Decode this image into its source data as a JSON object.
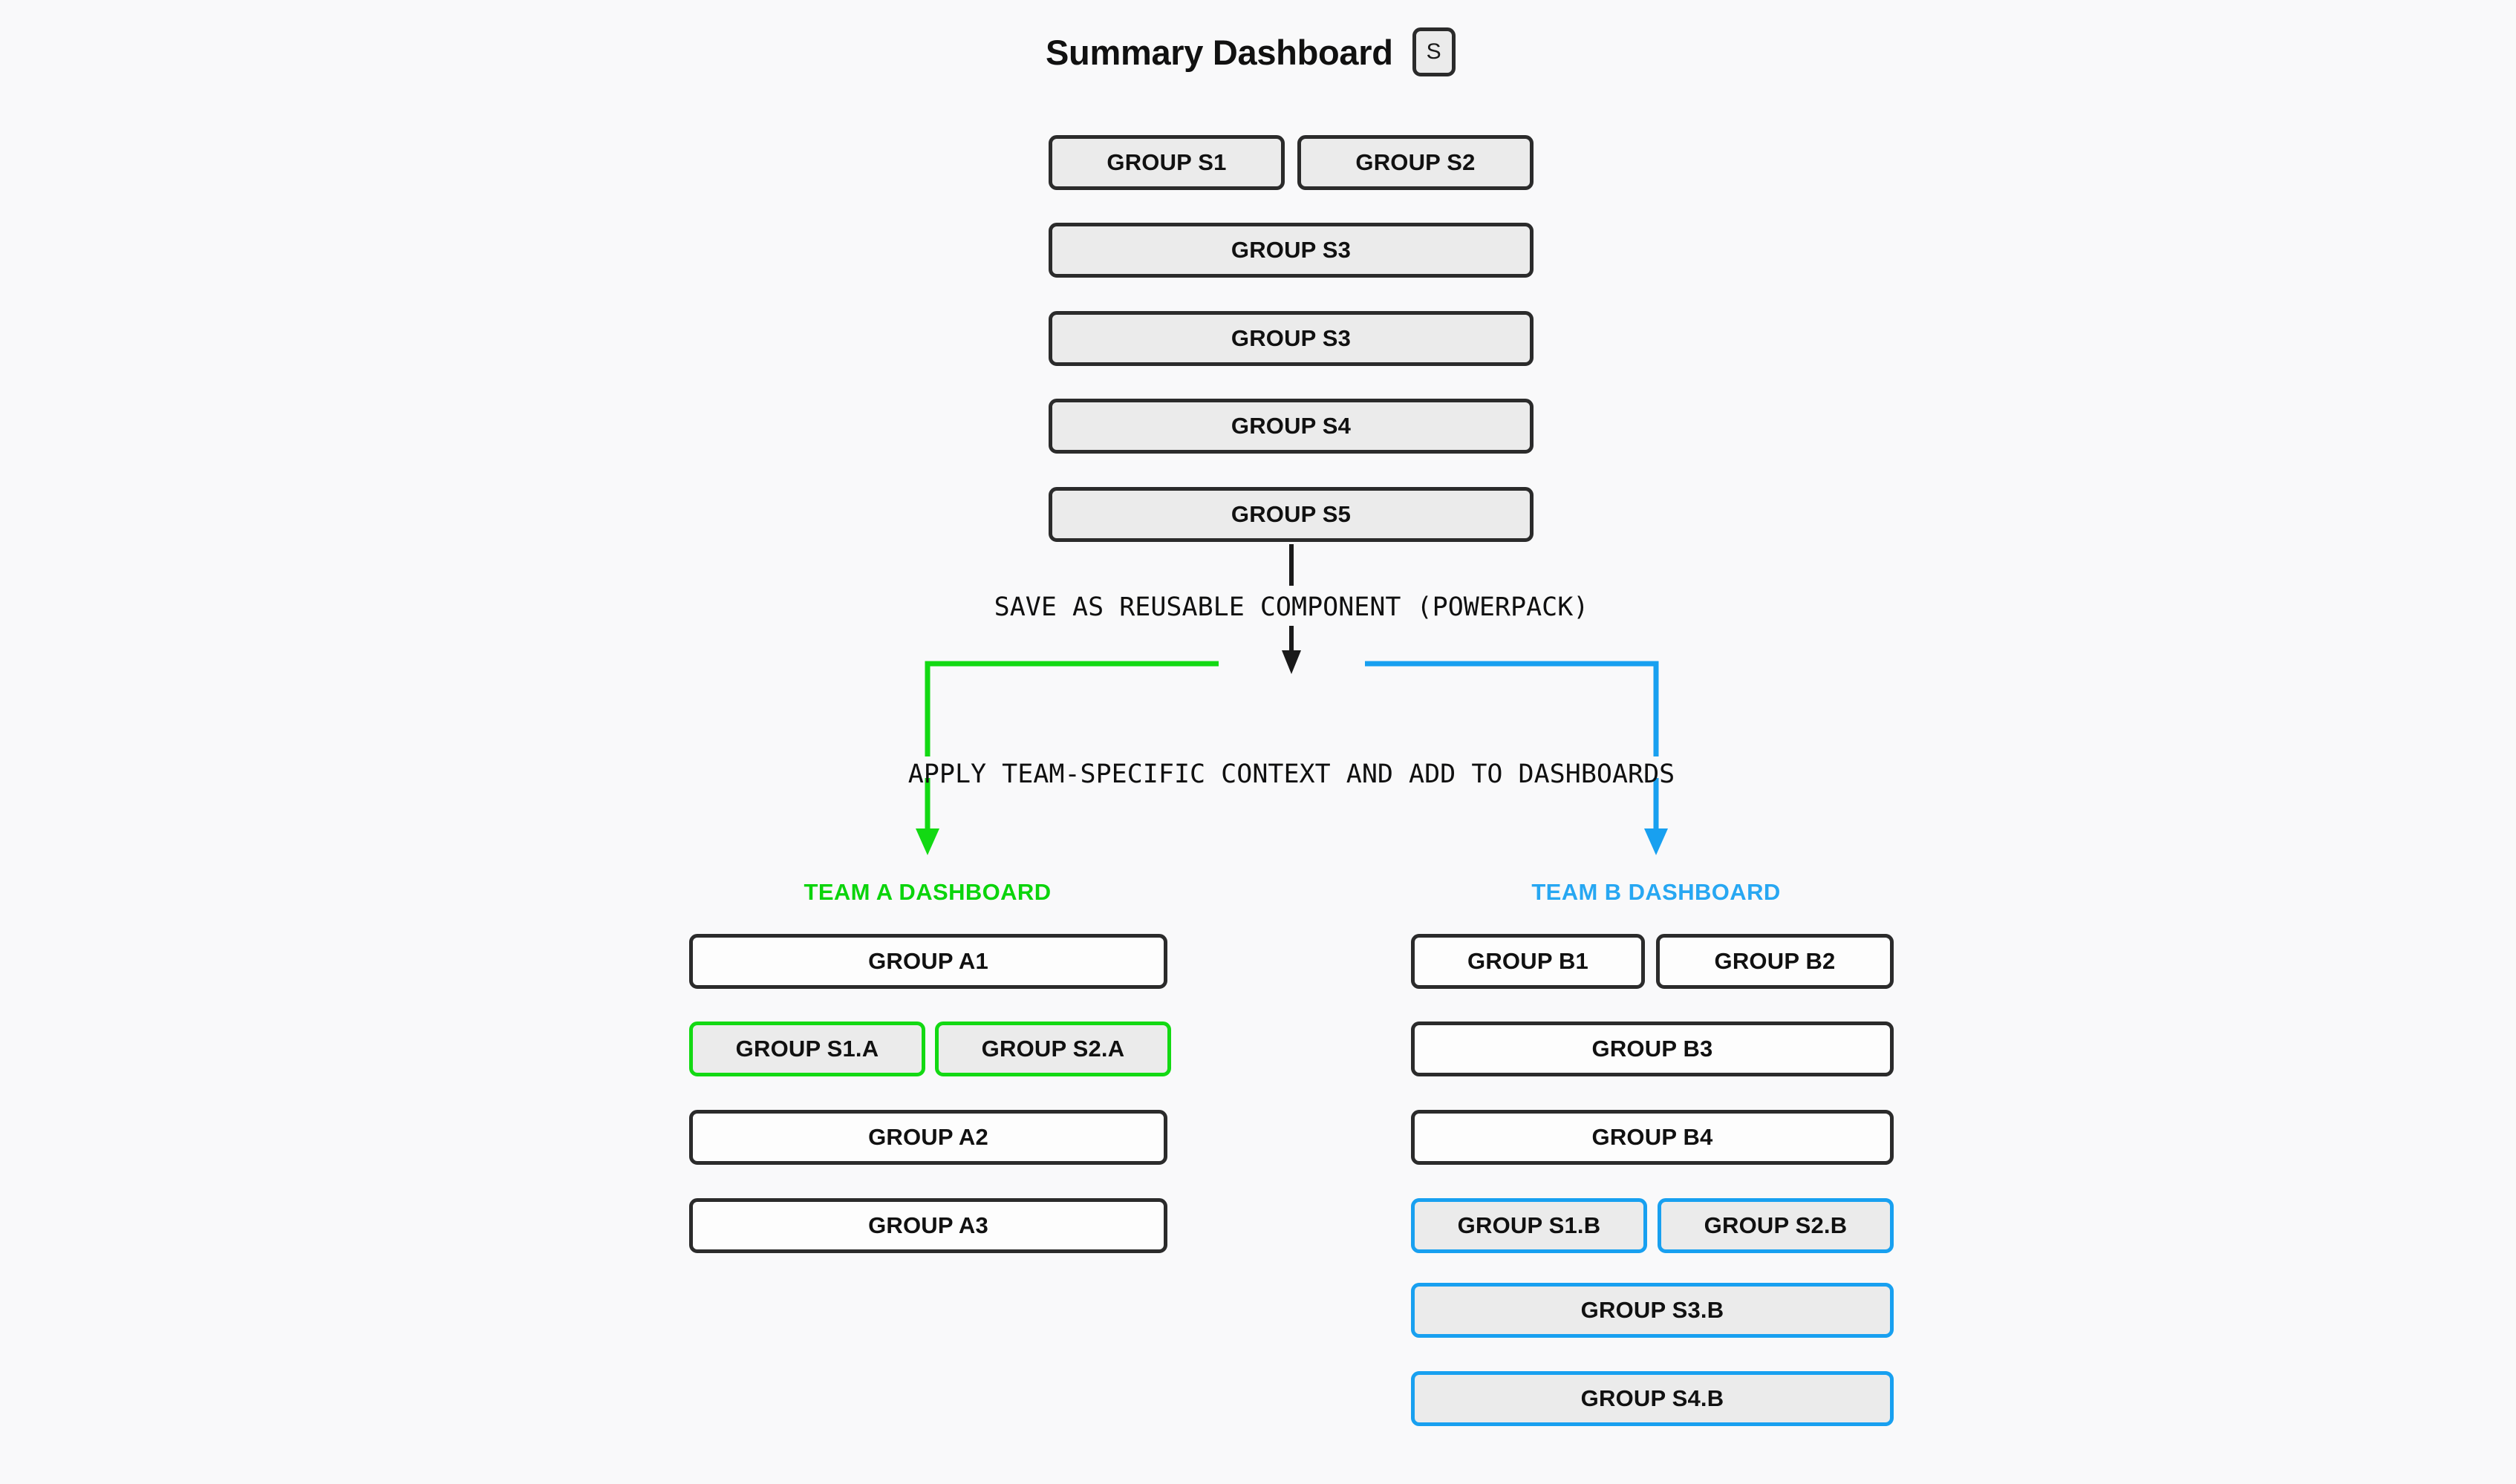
{
  "page": {
    "background": "#f9f9fa",
    "title": "Summary Dashboard",
    "title_badge": "S"
  },
  "colors": {
    "dark_border": "#2b2b2b",
    "box_fill_gray": "#ebebeb",
    "box_fill_white": "#fdfdfd",
    "team_a_green": "#13d913",
    "team_a_title_green": "#0bd40b",
    "team_b_blue": "#18a0f0",
    "team_b_title_blue": "#27a7f2",
    "arrow_black": "#1a1a1a"
  },
  "summary_dashboard": {
    "rows": [
      {
        "boxes": [
          {
            "label": "GROUP S1"
          },
          {
            "label": "GROUP S2"
          }
        ]
      },
      {
        "boxes": [
          {
            "label": "GROUP S3"
          }
        ]
      },
      {
        "boxes": [
          {
            "label": "GROUP S3"
          }
        ]
      },
      {
        "boxes": [
          {
            "label": "GROUP S4"
          }
        ]
      },
      {
        "boxes": [
          {
            "label": "GROUP S5"
          }
        ]
      }
    ]
  },
  "flow": {
    "step_1_label": "SAVE AS REUSABLE COMPONENT (POWERPACK)",
    "step_2_label": "APPLY TEAM-SPECIFIC CONTEXT AND ADD TO DASHBOARDS"
  },
  "team_a": {
    "title": "TEAM A DASHBOARD",
    "rows": [
      {
        "boxes": [
          {
            "label": "GROUP A1",
            "style": "white"
          }
        ]
      },
      {
        "boxes": [
          {
            "label": "GROUP S1.A",
            "style": "green-gray"
          },
          {
            "label": "GROUP S2.A",
            "style": "green-gray"
          }
        ]
      },
      {
        "boxes": [
          {
            "label": "GROUP A2",
            "style": "white"
          }
        ]
      },
      {
        "boxes": [
          {
            "label": "GROUP A3",
            "style": "white"
          }
        ]
      }
    ]
  },
  "team_b": {
    "title": "TEAM B DASHBOARD",
    "rows": [
      {
        "boxes": [
          {
            "label": "GROUP B1",
            "style": "white"
          },
          {
            "label": "GROUP B2",
            "style": "white"
          }
        ]
      },
      {
        "boxes": [
          {
            "label": "GROUP B3",
            "style": "white"
          }
        ]
      },
      {
        "boxes": [
          {
            "label": "GROUP B4",
            "style": "white"
          }
        ]
      },
      {
        "boxes": [
          {
            "label": "GROUP S1.B",
            "style": "blue-gray"
          },
          {
            "label": "GROUP S2.B",
            "style": "blue-gray"
          }
        ]
      },
      {
        "boxes": [
          {
            "label": "GROUP S3.B",
            "style": "blue-gray"
          }
        ]
      },
      {
        "boxes": [
          {
            "label": "GROUP S4.B",
            "style": "blue-gray"
          }
        ]
      }
    ]
  }
}
